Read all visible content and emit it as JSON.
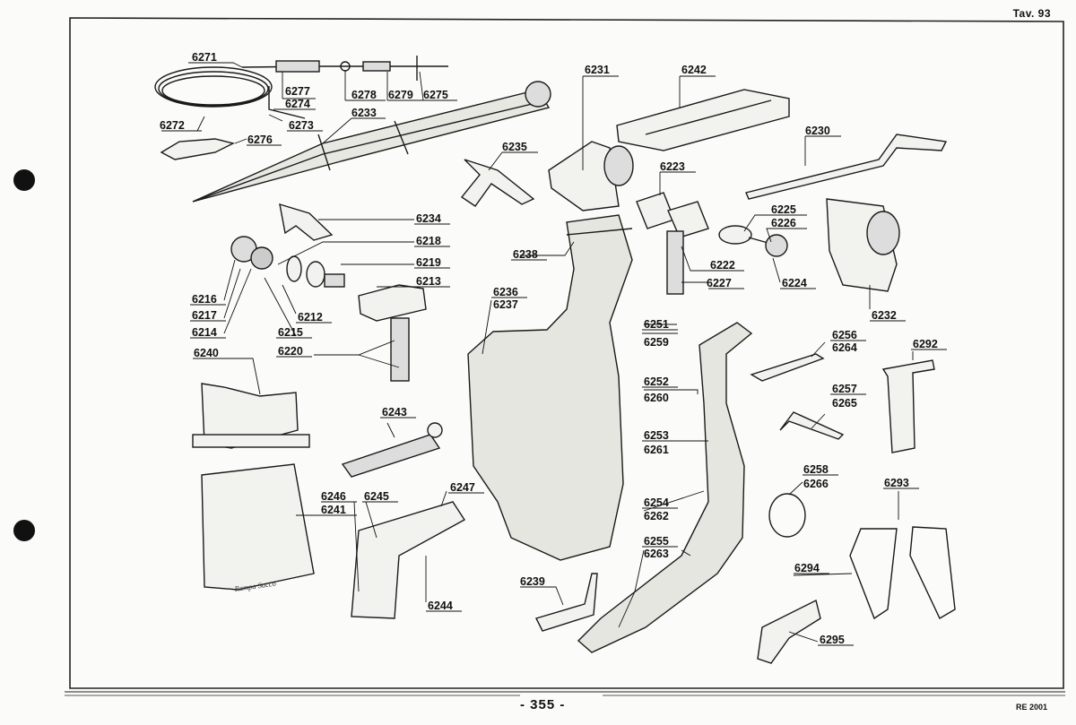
{
  "header": {
    "plate_label": "Tav. 93"
  },
  "footer": {
    "page_number": "- 355 -",
    "reference": "RE 2001"
  },
  "signature_text": "Rampa Sacco",
  "part_numbers": [
    "6271",
    "6277",
    "6274",
    "6273",
    "6272",
    "6276",
    "6278",
    "6279",
    "6275",
    "6233",
    "6231",
    "6242",
    "6230",
    "6235",
    "6223",
    "6225",
    "6226",
    "6222",
    "6227",
    "6224",
    "6232",
    "6234",
    "6218",
    "6219",
    "6213",
    "6212",
    "6216",
    "6217",
    "6214",
    "6215",
    "6220",
    "6240",
    "6238",
    "6236",
    "6237",
    "6251",
    "6259",
    "6256",
    "6264",
    "6292",
    "6257",
    "6265",
    "6252",
    "6260",
    "6253",
    "6261",
    "6243",
    "6246",
    "6245",
    "6247",
    "6241",
    "6244",
    "6254",
    "6262",
    "6255",
    "6263",
    "6258",
    "6266",
    "6293",
    "6294",
    "6239",
    "6295"
  ]
}
